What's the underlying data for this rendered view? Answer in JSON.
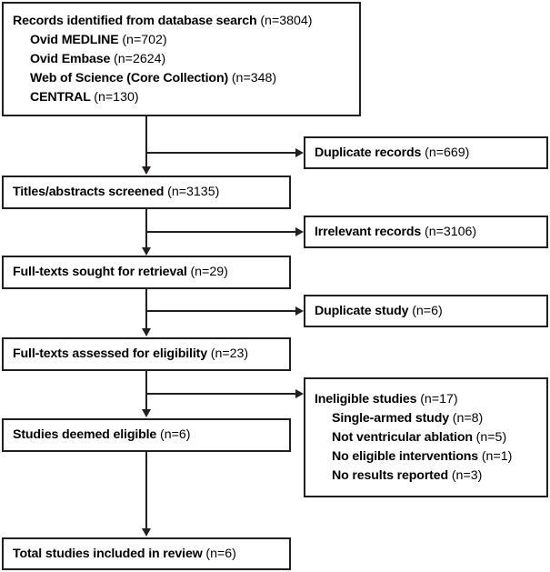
{
  "diagram": {
    "title": "PRISMA study selection flow diagram",
    "type": "flowchart",
    "line_color": "#231f20",
    "background": "#ffffff"
  },
  "boxes": {
    "identification": {
      "name": "records-identified-box",
      "lines": [
        {
          "label": "Records identified from database search",
          "count": "(n=3804)",
          "indent": false
        },
        {
          "label": "Ovid MEDLINE",
          "count": "(n=702)",
          "indent": true
        },
        {
          "label": "Ovid Embase",
          "count": "(n=2624)",
          "indent": true
        },
        {
          "label": "Web of Science (Core Collection)",
          "count": "(n=348)",
          "indent": true
        },
        {
          "label": "CENTRAL",
          "count": "(n=130)",
          "indent": true
        }
      ]
    },
    "duplicate_records": {
      "name": "duplicate-records-box",
      "lines": [
        {
          "label": "Duplicate records",
          "count": "(n=669)",
          "indent": false
        }
      ]
    },
    "titles_screened": {
      "name": "titles-abstracts-screened-box",
      "lines": [
        {
          "label": "Titles/abstracts screened",
          "count": "(n=3135)",
          "indent": false
        }
      ]
    },
    "irrelevant_records": {
      "name": "irrelevant-records-box",
      "lines": [
        {
          "label": "Irrelevant records",
          "count": "(n=3106)",
          "indent": false
        }
      ]
    },
    "fulltexts_sought": {
      "name": "full-texts-sought-box",
      "lines": [
        {
          "label": "Full-texts sought for retrieval",
          "count": "(n=29)",
          "indent": false
        }
      ]
    },
    "duplicate_study": {
      "name": "duplicate-study-box",
      "lines": [
        {
          "label": "Duplicate study",
          "count": "(n=6)",
          "indent": false
        }
      ]
    },
    "fulltexts_assessed": {
      "name": "full-texts-assessed-box",
      "lines": [
        {
          "label": "Full-texts assessed for eligibility",
          "count": "(n=23)",
          "indent": false
        }
      ]
    },
    "ineligible_studies": {
      "name": "ineligible-studies-box",
      "lines": [
        {
          "label": "Ineligible studies",
          "count": "(n=17)",
          "indent": false
        },
        {
          "label": "Single-armed study",
          "count": "(n=8)",
          "indent": true
        },
        {
          "label": "Not ventricular ablation",
          "count": "(n=5)",
          "indent": true
        },
        {
          "label": "No eligible interventions",
          "count": "(n=1)",
          "indent": true
        },
        {
          "label": "No results reported",
          "count": "(n=3)",
          "indent": true
        }
      ]
    },
    "studies_eligible": {
      "name": "studies-deemed-eligible-box",
      "lines": [
        {
          "label": "Studies deemed eligible",
          "count": "(n=6)",
          "indent": false
        }
      ]
    },
    "total_included": {
      "name": "total-studies-included-box",
      "lines": [
        {
          "label": "Total studies included in review",
          "count": "(n=6)",
          "indent": false
        }
      ]
    }
  },
  "chart_data": {
    "type": "flow",
    "title": "PRISMA study selection flow",
    "nodes": [
      {
        "id": "identification",
        "stage": "Records identified from database search",
        "n": 3804,
        "sources": [
          {
            "name": "Ovid MEDLINE",
            "n": 702
          },
          {
            "name": "Ovid Embase",
            "n": 2624
          },
          {
            "name": "Web of Science (Core Collection)",
            "n": 348
          },
          {
            "name": "CENTRAL",
            "n": 130
          }
        ]
      },
      {
        "id": "duplicate_records",
        "stage": "Duplicate records",
        "n": 669,
        "kind": "excluded"
      },
      {
        "id": "titles_screened",
        "stage": "Titles/abstracts screened",
        "n": 3135
      },
      {
        "id": "irrelevant_records",
        "stage": "Irrelevant records",
        "n": 3106,
        "kind": "excluded"
      },
      {
        "id": "fulltexts_sought",
        "stage": "Full-texts sought for retrieval",
        "n": 29
      },
      {
        "id": "duplicate_study",
        "stage": "Duplicate study",
        "n": 6,
        "kind": "excluded"
      },
      {
        "id": "fulltexts_assessed",
        "stage": "Full-texts assessed for eligibility",
        "n": 23
      },
      {
        "id": "ineligible_studies",
        "stage": "Ineligible studies",
        "n": 17,
        "kind": "excluded",
        "reasons": [
          {
            "name": "Single-armed study",
            "n": 8
          },
          {
            "name": "Not ventricular ablation",
            "n": 5
          },
          {
            "name": "No eligible interventions",
            "n": 1
          },
          {
            "name": "No results reported",
            "n": 3
          }
        ]
      },
      {
        "id": "studies_eligible",
        "stage": "Studies deemed eligible",
        "n": 6
      },
      {
        "id": "total_included",
        "stage": "Total studies included in review",
        "n": 6
      }
    ],
    "edges": [
      {
        "from": "identification",
        "to": "duplicate_records",
        "direction": "right"
      },
      {
        "from": "identification",
        "to": "titles_screened",
        "direction": "down"
      },
      {
        "from": "titles_screened",
        "to": "irrelevant_records",
        "direction": "right"
      },
      {
        "from": "titles_screened",
        "to": "fulltexts_sought",
        "direction": "down"
      },
      {
        "from": "fulltexts_sought",
        "to": "duplicate_study",
        "direction": "right"
      },
      {
        "from": "fulltexts_sought",
        "to": "fulltexts_assessed",
        "direction": "down"
      },
      {
        "from": "fulltexts_assessed",
        "to": "ineligible_studies",
        "direction": "right"
      },
      {
        "from": "fulltexts_assessed",
        "to": "studies_eligible",
        "direction": "down"
      },
      {
        "from": "studies_eligible",
        "to": "total_included",
        "direction": "down"
      }
    ]
  }
}
